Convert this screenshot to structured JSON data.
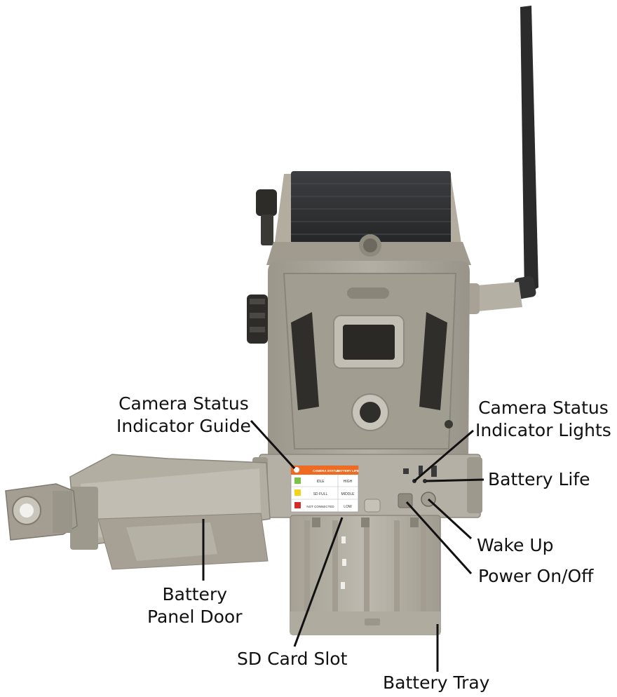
{
  "labels": {
    "camera_status_indicator_guide": [
      "Camera Status",
      "Indicator Guide"
    ],
    "camera_status_indicator_lights": [
      "Camera Status",
      "Indicator Lights"
    ],
    "battery_life": "Battery Life",
    "wake_up": "Wake Up",
    "power_on_off": "Power On/Off",
    "battery_panel_door": [
      "Battery",
      "Panel Door"
    ],
    "sd_card_slot": "SD Card Slot",
    "battery_tray": "Battery Tray"
  },
  "status_guide": {
    "header": [
      "CAMERA STATUS",
      "BATTERY LIFE"
    ],
    "rows": [
      {
        "status": "IDLE",
        "life": "HIGH",
        "color": "#7cc243"
      },
      {
        "status": "SD FULL",
        "life": "MIDDLE",
        "color": "#f2d21b"
      },
      {
        "status": "NOT CONNECTED",
        "life": "LOW",
        "color": "#d62b2b"
      }
    ]
  },
  "colors": {
    "body": "#a8a397",
    "body_light": "#c3bfb4",
    "body_dark": "#7d786d",
    "lens_dark": "#2a2926",
    "solar": "#333436",
    "antenna": "#2b2b2b",
    "guide_orange": "#ef6b22"
  }
}
